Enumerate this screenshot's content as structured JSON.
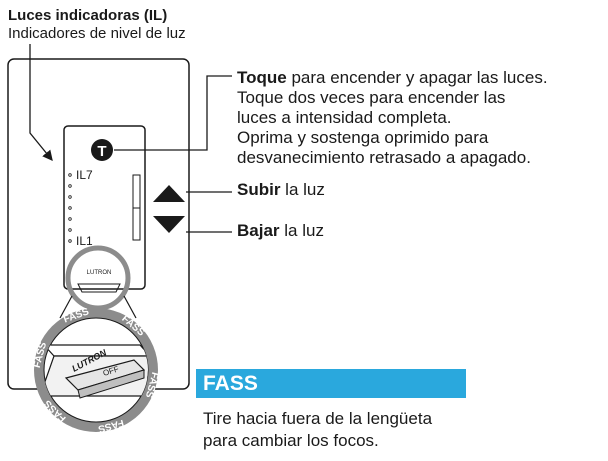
{
  "header": {
    "title": "Luces indicadoras (IL)",
    "subtitle": "Indicadores de nivel de luz"
  },
  "device": {
    "tap_button_letter": "T",
    "il_top_label": "IL7",
    "il_bottom_label": "IL1",
    "brand_label": "LUTRON",
    "fass_ring_labels": [
      "FASS",
      "FASS",
      "FASS",
      "FASS",
      "FASS",
      "FASS"
    ],
    "zoom_brand": "LUTRON",
    "zoom_switch_text": "OFF",
    "colors": {
      "outline": "#1a1a1a",
      "ring_gray": "#8c8c8c",
      "highlight": "#2aa8dd",
      "white": "#ffffff"
    }
  },
  "callouts": {
    "tap": {
      "keyword": "Toque",
      "line1_rest": " para encender y apagar las luces.",
      "line2": "Toque dos veces para encender las",
      "line3": "luces a intensidad completa.",
      "line4": "Oprima y sostenga oprimido para",
      "line5": "desvanecimiento retrasado a apagado."
    },
    "raise": {
      "keyword": "Subir",
      "rest": " la luz"
    },
    "lower": {
      "keyword": "Bajar",
      "rest": " la luz"
    }
  },
  "fass_panel": {
    "heading": "FASS",
    "line1": "Tire hacia fuera de la lengüeta",
    "line2": "para cambiar los focos."
  }
}
